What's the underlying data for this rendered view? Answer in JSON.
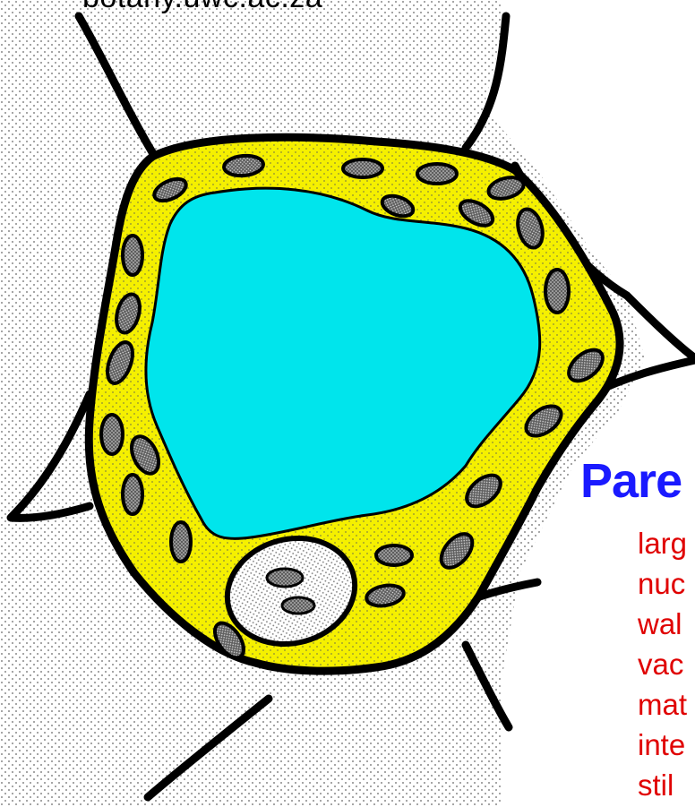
{
  "source": "botany.uwc.ac.za",
  "heading": "Pare",
  "description_lines": [
    "larg",
    "nuc",
    "wal",
    "vac",
    "mat",
    "inte",
    "stil"
  ],
  "colors": {
    "vacuole": "#00e5ec",
    "cytoplasm": "#f5f000",
    "outline": "#000000",
    "organelle": "#6b6b6b",
    "nucleus": "#ffffff",
    "heading": "#1a1aff",
    "description": "#e00000",
    "stipple": "#8a8a8a"
  }
}
